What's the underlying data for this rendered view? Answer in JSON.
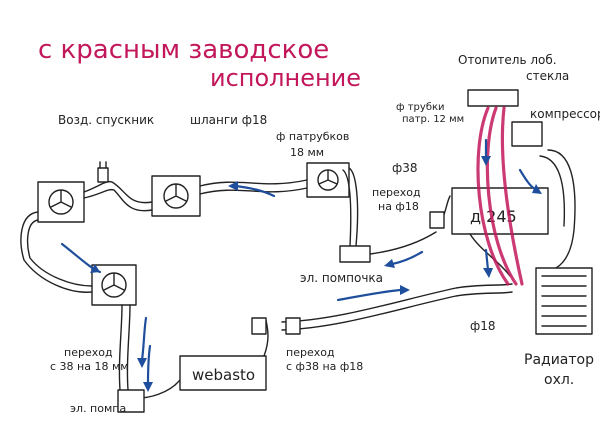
{
  "title_line1": "с красным заводское",
  "title_line2": "исполнение",
  "labels": {
    "air_vent": "Возд. спускник",
    "hoses": "шланги ф18",
    "nozzles": "ф патрубков",
    "nozzles_size": "18 мм",
    "heater_windshield_1": "Отопитель лоб.",
    "heater_windshield_2": "стекла",
    "tube_nozzle_1": "ф трубки",
    "tube_nozzle_2": "патр. 12 мм",
    "compressor": "компрессор",
    "d38": "ф38",
    "adapter_18_1": "переход",
    "adapter_18_2": "на ф18",
    "engine": "д 245",
    "pump_small": "эл. помпочка",
    "d18": "ф18",
    "radiator_1": "Радиатор",
    "radiator_2": "охл.",
    "adapter_left_1": "переход",
    "adapter_left_2": "с 38 на 18 мм",
    "pump": "эл. помпа",
    "webasto": "webasto",
    "adapter_bottom_1": "переход",
    "adapter_bottom_2": "с ф38 на ф18"
  },
  "colors": {
    "ink": "#222222",
    "flow_arrow": "#1f4f9c",
    "highlight": "#c2185b"
  },
  "icons": [
    "fan-heater-icon",
    "flow-arrow-icon"
  ]
}
